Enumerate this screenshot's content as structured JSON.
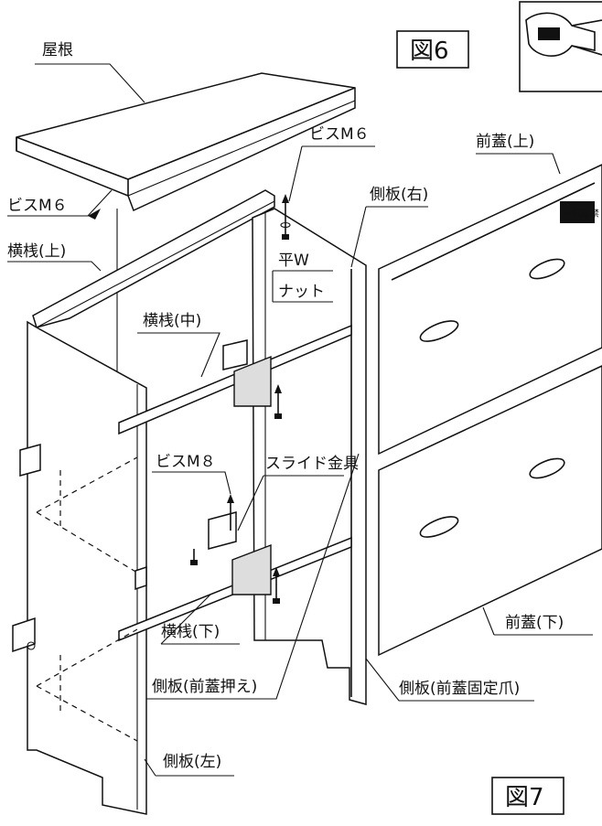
{
  "labels": {
    "roof": "屋根",
    "fig6": "図6",
    "fig7": "図7",
    "screw_m6_left": "ビスM６",
    "screw_m6_top": "ビスM６",
    "screw_m8": "ビスM８",
    "front_cover_upper": "前蓋(上)",
    "front_cover_lower": "前蓋(下)",
    "side_right": "側板(右)",
    "side_left": "側板(左)",
    "rail_upper": "横桟(上)",
    "rail_middle": "横桟(中)",
    "rail_lower": "横桟(下)",
    "flat_washer": "平W",
    "nut": "ナット",
    "slide_bracket": "スライド金具",
    "side_front_press": "側板(前蓋押え)",
    "side_front_claw": "側板(前蓋固定爪)",
    "no_fire_sign": "火気厳禁"
  },
  "icons": [
    "wrench-icon"
  ]
}
